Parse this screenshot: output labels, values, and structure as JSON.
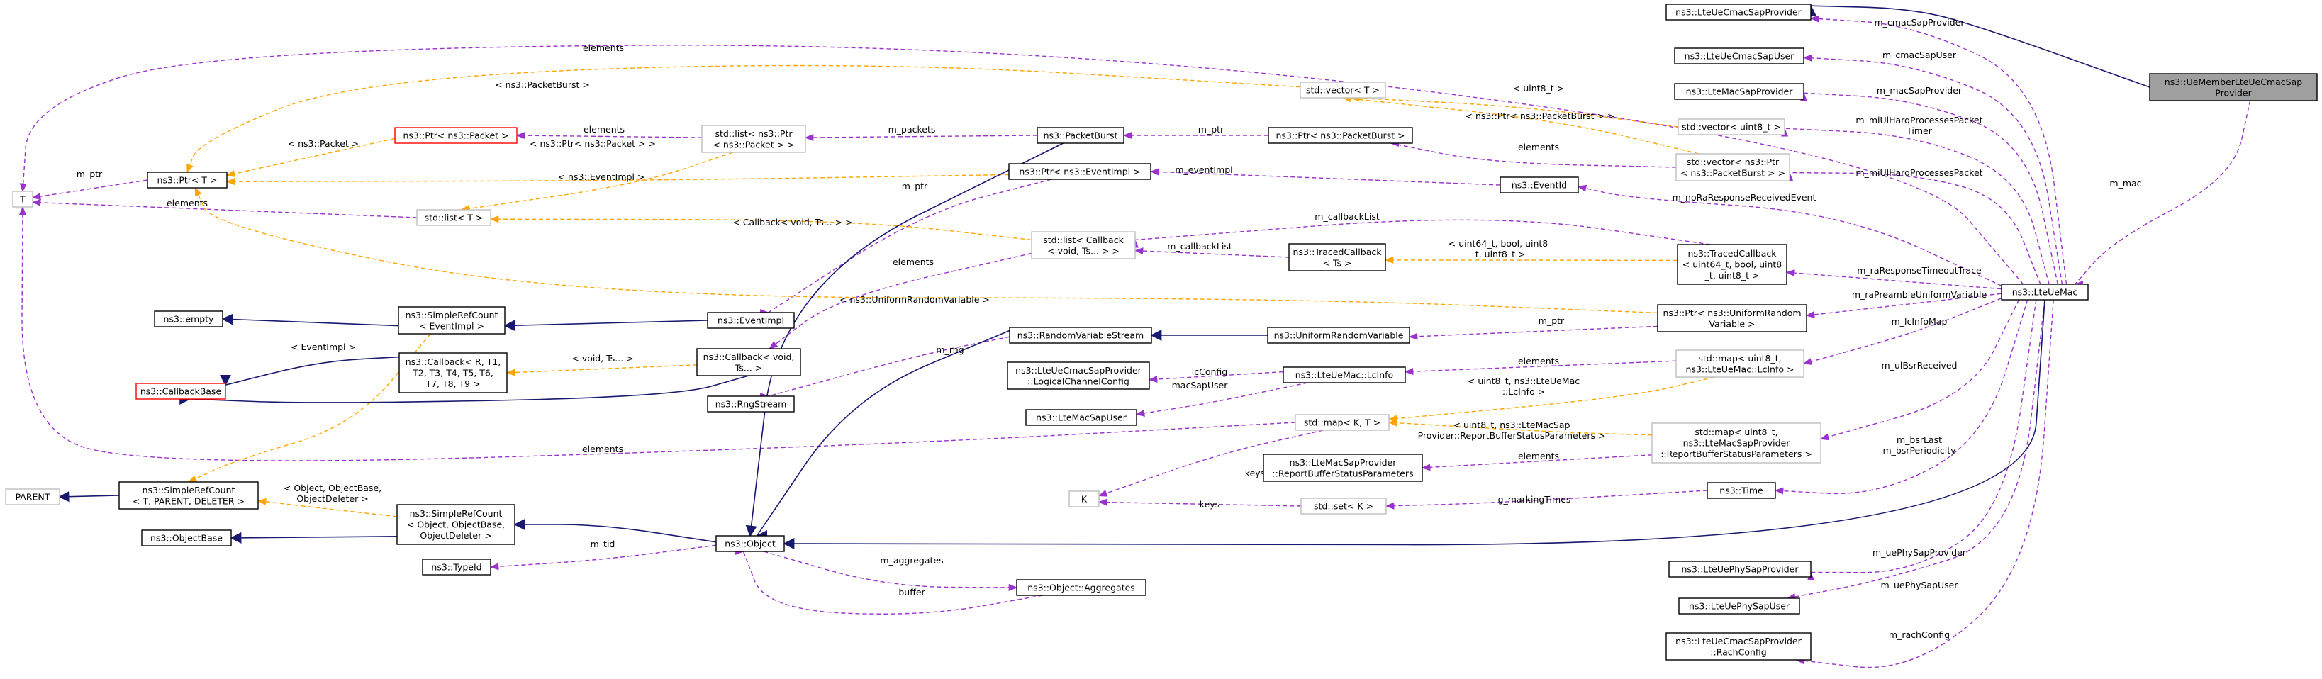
{
  "nodes": {
    "T": "T",
    "PtrT": "ns3::Ptr< T >",
    "PtrPacket": "ns3::Ptr< ns3::Packet >",
    "listPtrPacket": [
      "std::list< ns3::Ptr",
      "< ns3::Packet > >"
    ],
    "listT": "std::list< T >",
    "PacketBurst": "ns3::PacketBurst",
    "PtrPacketBurst": "ns3::Ptr< ns3::PacketBurst >",
    "vectorT": "std::vector< T >",
    "vectorUint8": "std::vector< uint8_t >",
    "vectorPtrPacketBurst": [
      "std::vector< ns3::Ptr",
      "< ns3::PacketBurst > >"
    ],
    "PtrEventImpl": "ns3::Ptr< ns3::EventImpl >",
    "EventId": "ns3::EventId",
    "listCallback": [
      "std::list< Callback",
      "< void, Ts... > >"
    ],
    "TracedCallbackTs": [
      "ns3::TracedCallback",
      "< Ts >"
    ],
    "TracedCallbackU": [
      "ns3::TracedCallback",
      "< uint64_t, bool, uint8",
      "_t, uint8_t >"
    ],
    "empty": "ns3::empty",
    "SimpleRefCountEvent": [
      "ns3::SimpleRefCount",
      "< EventImpl >"
    ],
    "EventImpl": "ns3::EventImpl",
    "PtrUniformRandom": [
      "ns3::Ptr< ns3::UniformRandom",
      "Variable >"
    ],
    "CallbackBase": "ns3::CallbackBase",
    "CallbackR": [
      "ns3::Callback< R, T1,",
      "T2, T3, T4, T5, T6,",
      "T7, T8, T9 >"
    ],
    "CallbackVoid": [
      "ns3::Callback< void,",
      "Ts... >"
    ],
    "RandomVariableStream": "ns3::RandomVariableStream",
    "UniformRandomVariable": "ns3::UniformRandomVariable",
    "RngStream": "ns3::RngStream",
    "LogicalChannelConfig": [
      "ns3::LteUeCmacSapProvider",
      "::LogicalChannelConfig"
    ],
    "LcInfo": "ns3::LteUeMac::LcInfo",
    "mapLcInfo": [
      "std::map< uint8_t,",
      "ns3::LteUeMac::LcInfo >"
    ],
    "LteMacSapUser": "ns3::LteMacSapUser",
    "mapKT": "std::map< K, T >",
    "mapReport": [
      "std::map< uint8_t,",
      "ns3::LteMacSapProvider",
      "::ReportBufferStatusParameters >"
    ],
    "ReportBuffer": [
      "ns3::LteMacSapProvider",
      "::ReportBufferStatusParameters"
    ],
    "PARENT": "PARENT",
    "SimpleRefCountT": [
      "ns3::SimpleRefCount",
      "< T, PARENT, DELETER >"
    ],
    "SimpleRefCountObj": [
      "ns3::SimpleRefCount",
      "< Object, ObjectBase,",
      "ObjectDeleter >"
    ],
    "ObjectBase": "ns3::ObjectBase",
    "K": "K",
    "setKT": "std::set< K >",
    "TypeId": "ns3::TypeId",
    "Object": "ns3::Object",
    "Aggregates": "ns3::Object::Aggregates",
    "Time": "ns3::Time",
    "LteUeCmacSapProvider": "ns3::LteUeCmacSapProvider",
    "LteUeCmacSapUser": "ns3::LteUeCmacSapUser",
    "LteMacSapProvider": "ns3::LteMacSapProvider",
    "LteUeMac": "ns3::LteUeMac",
    "LteUePhySapProvider": "ns3::LteUePhySapProvider",
    "LteUePhySapUser": "ns3::LteUePhySapUser",
    "RachConfig": [
      "ns3::LteUeCmacSapProvider",
      "::RachConfig"
    ],
    "UeMember": [
      "ns3::UeMemberLteUeCmacSap",
      "Provider"
    ]
  },
  "edge_labels": {
    "elements_top": "elements",
    "m_ptr_T": "m_ptr",
    "PacketBurst_tmpl": "< ns3::PacketBurst >",
    "Packet_tmpl": "< ns3::Packet >",
    "elements_packet": "elements",
    "PtrPacket_tmpl": "< ns3::Ptr< ns3::Packet > >",
    "m_packets": "m_packets",
    "m_ptr_burst": "m_ptr",
    "uint8_tmpl": "< uint8_t >",
    "PtrPacketBurst_tmpl": "< ns3::Ptr< ns3::PacketBurst > >",
    "elements_burst": "elements",
    "EventImpl_tmpl": "< ns3::EventImpl >",
    "m_eventImpl": "m_eventImpl",
    "m_ptr_event": "m_ptr",
    "elements_list": "elements",
    "CallbackTs_tmpl": "< Callback< void, Ts... > >",
    "m_callbackList1": "m_callbackList",
    "m_callbackList2": "m_callbackList",
    "elements_cb": "elements",
    "traced_tmpl": [
      "< uint64_t, bool, uint8",
      "_t, uint8_t >"
    ],
    "UniformRandom_tmpl": "< ns3::UniformRandomVariable >",
    "m_ptr_uniform": "m_ptr",
    "EventImpl_tmpl2": "< EventImpl >",
    "void_tmpl": "< void, Ts... >",
    "m_rng": "m_rng",
    "lcConfig": "lcConfig",
    "macSapUser": "macSapUser",
    "elements_lc": "elements",
    "lcinfo_tmpl": [
      "< uint8_t, ns3::LteUeMac",
      "::LcInfo >"
    ],
    "report_tmpl": [
      "< uint8_t, ns3::LteMacSap",
      "Provider::ReportBufferStatusParameters >"
    ],
    "elements_report": "elements",
    "elements_T2": "elements",
    "obj_tmpl": [
      "< Object, ObjectBase,",
      "ObjectDeleter >"
    ],
    "keys1": "keys",
    "keys2": "keys",
    "g_markingTimes": "g_markingTimes",
    "m_tid": "m_tid",
    "m_aggregates": "m_aggregates",
    "buffer": "buffer",
    "m_cmacSapProvider": "m_cmacSapProvider",
    "m_cmacSapUser": "m_cmacSapUser",
    "m_macSapProvider": "m_macSapProvider",
    "m_miUlHarqTimer": [
      "m_miUlHarqProcessesPacket",
      "Timer"
    ],
    "m_miUlHarq": "m_miUlHarqProcessesPacket",
    "m_noRaResponse": "m_noRaResponseReceivedEvent",
    "m_raResponseTimeout": "m_raResponseTimeoutTrace",
    "m_raPreamble": "m_raPreambleUniformVariable",
    "m_lcInfoMap": "m_lcInfoMap",
    "m_ulBsrReceived": "m_ulBsrReceived",
    "m_bsr": [
      "m_bsrLast",
      "m_bsrPeriodicity"
    ],
    "m_uePhySapProvider": "m_uePhySapProvider",
    "m_uePhySapUser": "m_uePhySapUser",
    "m_rachConfig": "m_rachConfig",
    "m_mac": "m_mac"
  },
  "colors": {
    "composition": "#9a32cd",
    "template": "#ffa500",
    "inheritance": "#191970",
    "node_border": "#000000",
    "node_border_gray": "#bfbfbf",
    "node_border_red": "#ff0000",
    "root_fill": "#9f9f9f"
  }
}
